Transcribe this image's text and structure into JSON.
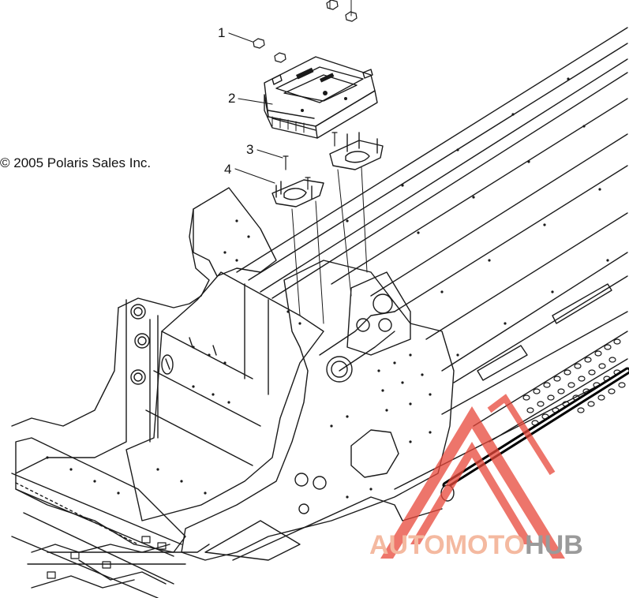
{
  "copyright": "© 2005 Polaris Sales Inc.",
  "callouts": [
    {
      "label": "1",
      "part": "nut"
    },
    {
      "label": "2",
      "part": "ecu-module"
    },
    {
      "label": "3",
      "part": "screw"
    },
    {
      "label": "4",
      "part": "mounting-bracket"
    }
  ],
  "watermark": {
    "part1": "AUTO",
    "part2": "MOTO",
    "part3": "HUB",
    "colors": {
      "triangle": "#e8483a",
      "text_light": "#f4b9a0",
      "text_dark": "#9a9a9a"
    }
  },
  "colors": {
    "line": "#1a1a1a",
    "background": "#ffffff"
  }
}
